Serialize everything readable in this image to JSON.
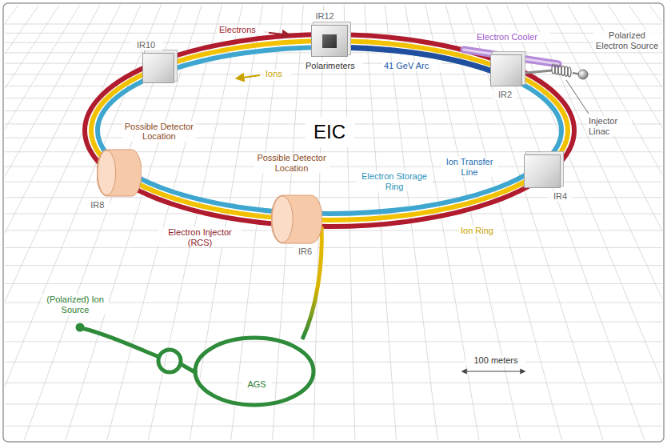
{
  "diagram": {
    "nodes": [
      {
        "text": [
          "EIC"
        ]
      },
      {
        "text": [
          "IR10"
        ]
      },
      {
        "text": [
          "IR12"
        ]
      },
      {
        "text": [
          "IR2"
        ]
      },
      {
        "text": [
          "IR4"
        ]
      },
      {
        "text": [
          "Possible Detector Location",
          "IR8"
        ]
      },
      {
        "text": [
          "Possible Detector Location",
          "IR6"
        ]
      }
    ],
    "labels": [
      "Electrons",
      "Ions",
      "Polarimeters",
      "41 GeV Arc",
      "Electron Cooler",
      "Polarized Electron Source",
      "Injector Linac",
      "Electron Storage Ring",
      "Ion Transfer Line",
      "Ion Ring",
      "Electron Injector (RCS)",
      "(Polarized) Ion Source",
      "AGS",
      "100 meters"
    ]
  }
}
